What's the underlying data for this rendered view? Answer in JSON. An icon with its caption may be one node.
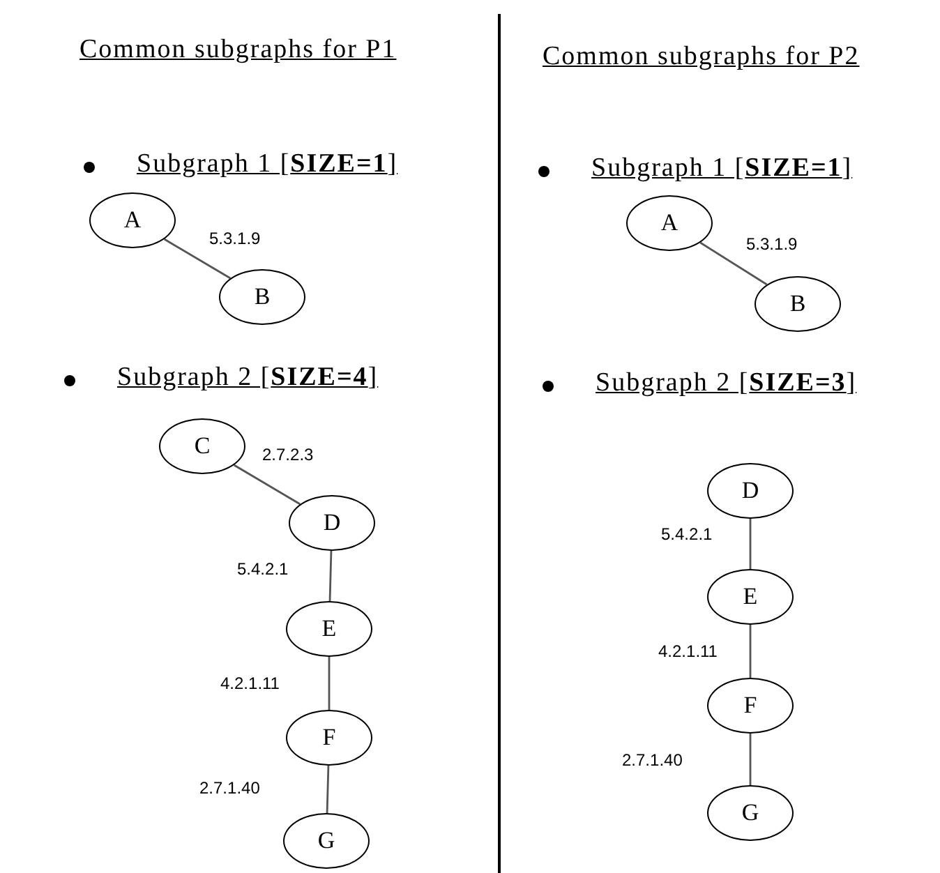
{
  "diagram": {
    "nodes": [
      {
        "text": [
          "A"
        ]
      },
      {
        "text": [
          "B"
        ]
      },
      {
        "text": [
          "C"
        ]
      },
      {
        "text": [
          "D"
        ]
      },
      {
        "text": [
          "E"
        ]
      },
      {
        "text": [
          "F"
        ]
      },
      {
        "text": [
          "G"
        ]
      },
      {
        "text": [
          "A"
        ]
      },
      {
        "text": [
          "B"
        ]
      },
      {
        "text": [
          "D"
        ]
      },
      {
        "text": [
          "E"
        ]
      },
      {
        "text": [
          "F"
        ]
      },
      {
        "text": [
          "G"
        ]
      }
    ],
    "edges": [
      {
        "from": 0,
        "to": 1,
        "arrow": "none",
        "label": "5.3.1.9"
      },
      {
        "from": 2,
        "to": 3,
        "arrow": "none",
        "label": "2.7.2.3"
      },
      {
        "from": 3,
        "to": 4,
        "arrow": "none",
        "label": "5.4.2.1"
      },
      {
        "from": 4,
        "to": 5,
        "arrow": "none",
        "label": "4.2.1.11"
      },
      {
        "from": 5,
        "to": 6,
        "arrow": "none",
        "label": "2.7.1.40"
      },
      {
        "from": 7,
        "to": 8,
        "arrow": "none",
        "label": "5.3.1.9"
      },
      {
        "from": 9,
        "to": 10,
        "arrow": "none",
        "label": "5.4.2.1"
      },
      {
        "from": 10,
        "to": 11,
        "arrow": "none",
        "label": "4.2.1.11"
      },
      {
        "from": 11,
        "to": 12,
        "arrow": "none",
        "label": "2.7.1.40"
      }
    ],
    "labels": [
      "Common subgraphs for P1",
      "Common subgraphs for P2",
      "Subgraph 1 [**SIZE=1**]",
      "Subgraph 1 [**SIZE=1**]",
      "Subgraph 2 [**SIZE=4**]",
      "Subgraph 2 [**SIZE=3**]"
    ]
  }
}
